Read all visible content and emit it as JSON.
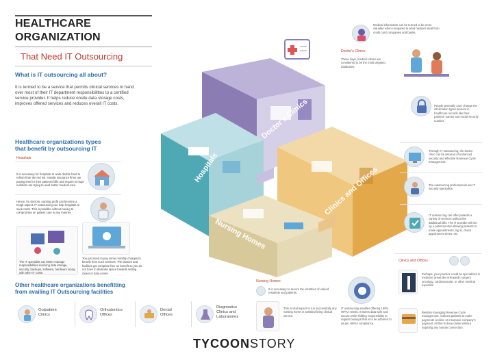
{
  "header": {
    "title_line1": "HEALTHCARE",
    "title_line2": "ORGANIZATION",
    "subtitle": "That Need IT Outsourcing"
  },
  "intro": {
    "heading": "What is IT outsourcing all about?",
    "body": "It is termed to be a service that permits clinical services to hand over most of their IT department responsibilities to a certified service provider. It helps reduce onsite data storage costs, improves offered services and reduces overall IT costs."
  },
  "types": {
    "heading_line1": "Healthcare organizations types",
    "heading_line2": "that benefit by outsourcing IT",
    "hospitals_label": "Hospitals",
    "hospitals_text1": "It is necessary for hospitals to work double hard to refrain from the red ink. Handle insurance firms are paying less for their patient's bills and require to huge numbers are trying to avail better medical care.",
    "hospitals_text2": "Hence, for doctors, earning profit can become a tough aspect. IT outsourcing can help hospitals to seek costs. This is possible without having to compromise on patient care in any manner.",
    "it_specialist_text": "The IT specialist can better manage responsibilities involving data storage, security, backups, software, hardware along with other IT costs.",
    "monthly_text": "You just need to pay some monthly charges to benefit from such services. The doctors and facilities get complete free on benefit so you do not have to dedicate space towards setting closet or data center."
  },
  "iso_labels": {
    "hospitals": "Hospitals",
    "doctors_clinics": "Doctor's Clinics",
    "clinics_offices": "Clinics and Offices",
    "nursing_homes": "Nursing Homes"
  },
  "right": {
    "medical_info": "Medical information can be termed to be more valuable when compared to what hackers steal from credit card companies and banks.",
    "doctors_clinics_label": "Doctor's Clinics",
    "doctors_clinics_text": "These days, medical clinics are considered to be the most targeted databases.",
    "people_text": "People generally can't change the information types present in healthcare records like their patients' names and social security number.",
    "through_it_text": "Through IT outsourcing, the doctor clinic can be assured of enhanced security and effective Revenue Cycle management.",
    "professionals_text": "The outsourcing professionals are IT security specialists.",
    "it_outsourcing_text": "IT outsourcing can offer patients a variety of services without the additional bills. The IT provider will set up a patient portal allowing patients to make appointments, log in, check appointment times, etc.",
    "clinics_offices_label": "Clinics and Offices",
    "perhaps_text": "Perhaps, your practice could be specialized in medicine areas like orthopedic surgery, oncology, cardiovascular, or other medical expertise.",
    "besides_text": "Besides managing Revenue Cycle management, it allows patients to make payments at clinic or insurance company's payment. All this is done online without requiring any human connection."
  },
  "nursing": {
    "label": "Nursing Homes",
    "text1": "It is necessary to secure the identities of valued residents and patients.",
    "text2": "This is vital aspect to run successfully any nursing home or assisted living clinical service.",
    "text3": "IT outsourcing enables offering 100% HIPAA needs. It stores data safe and secure while shifting responsibility to regular backups that is to be adhered to as per HIPAA compliance."
  },
  "other": {
    "heading_line1": "Other healthcare organizations benefitting",
    "heading_line2": "from availing IT Outsourcing facilities",
    "items": [
      {
        "label_line1": "Outpatient",
        "label_line2": "Clinics",
        "icon": "outpatient-icon"
      },
      {
        "label_line1": "Orthodontics",
        "label_line2": "Offices",
        "icon": "tooth-icon"
      },
      {
        "label_line1": "Dental",
        "label_line2": "Offices",
        "icon": "dental-icon"
      },
      {
        "label_line1": "Diagnostics",
        "label_line2": "Clinics and",
        "label_line3": "Laboratories",
        "icon": "lab-icon"
      }
    ]
  },
  "brand": {
    "part1": "TYCOON",
    "part2": "STORY"
  },
  "colors": {
    "accent_red": "#c0392b",
    "accent_blue": "#2b6aa8",
    "room_purple": "#8b7db3",
    "room_teal": "#4fa9b5",
    "room_orange": "#e2a84a",
    "room_tan": "#d8c99b"
  }
}
